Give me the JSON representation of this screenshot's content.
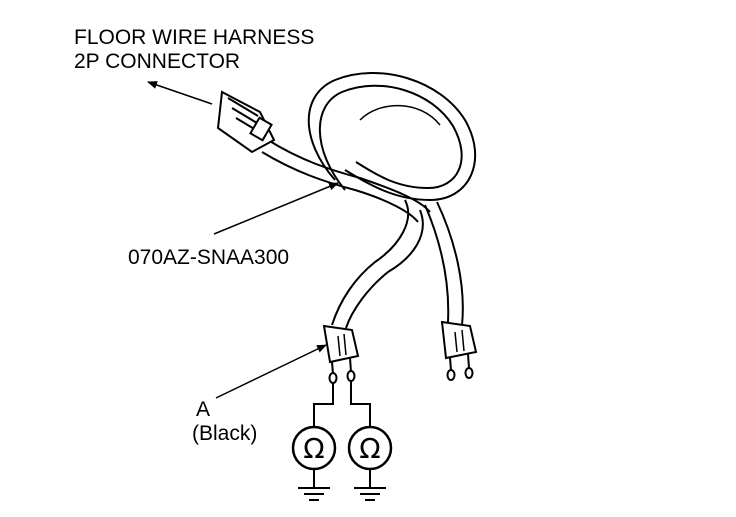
{
  "labels": {
    "connector_line1": "FLOOR WIRE HARNESS",
    "connector_line2": "2P CONNECTOR",
    "part_number": "070AZ-SNAA300",
    "terminal_a": "A",
    "terminal_a_color": "(Black)"
  },
  "meters": {
    "symbol": "Ω"
  },
  "icons": {
    "meter": "ohmmeter-icon",
    "ground": "ground-icon",
    "arrow": "leader-arrow-icon"
  },
  "colors": {
    "line": "#000000",
    "background": "#ffffff"
  }
}
